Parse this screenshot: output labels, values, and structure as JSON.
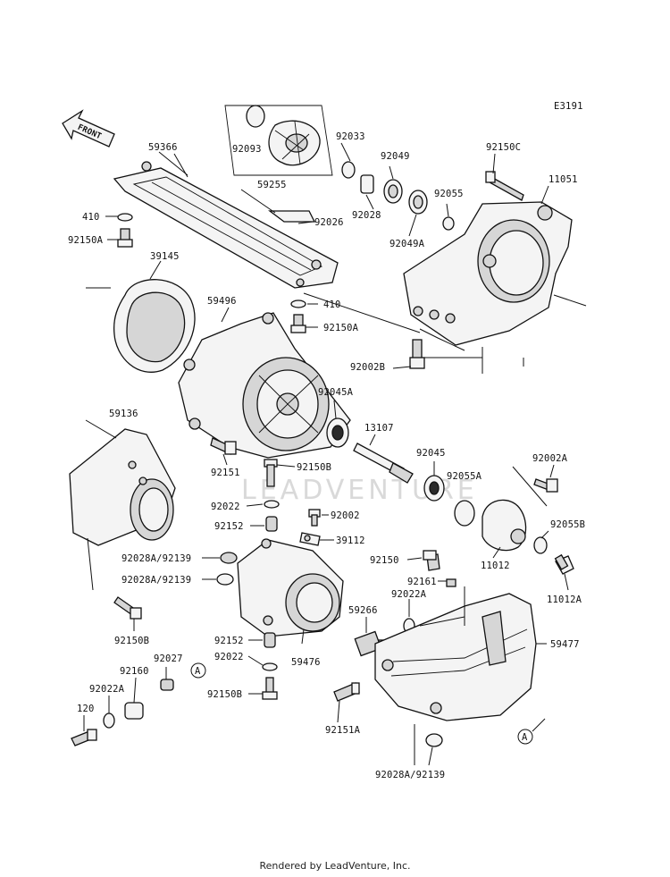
{
  "diagram_code": "E3191",
  "front_label": "FRONT",
  "watermark": "LEADVENTURE",
  "footer": "Rendered by LeadVenture, Inc.",
  "callout_marker": "A",
  "part_labels": {
    "p59366": "59366",
    "p410a": "410",
    "p92150A_a": "92150A",
    "p92093": "92093",
    "p59255": "59255",
    "p92026": "92026",
    "p92033": "92033",
    "p92049": "92049",
    "p92028": "92028",
    "p92049A": "92049A",
    "p92055": "92055",
    "p92150C": "92150C",
    "p11051": "11051",
    "p39145": "39145",
    "p59496": "59496",
    "p410b": "410",
    "p92150A_b": "92150A",
    "p92002B": "92002B",
    "p92045A": "92045A",
    "p59136": "59136",
    "p13107": "13107",
    "p92045": "92045",
    "p92002A": "92002A",
    "p92151": "92151",
    "p92150B_a": "92150B",
    "p92055A": "92055A",
    "p92022_a": "92022",
    "p92002": "92002",
    "p92152_a": "92152",
    "p39112": "39112",
    "p92055B": "92055B",
    "p92028A_92139_a": "92028A/92139",
    "p92150": "92150",
    "p11012": "11012",
    "p92161": "92161",
    "p92028A_92139_b": "92028A/92139",
    "p92022A_a": "92022A",
    "p11012A": "11012A",
    "p59266": "59266",
    "p92150B_b": "92150B",
    "p59477": "59477",
    "p92152_b": "92152",
    "p92027": "92027",
    "p92022_b": "92022",
    "p59476": "59476",
    "p92160": "92160",
    "p92022A_b": "92022A",
    "p92150B_c": "92150B",
    "p120": "120",
    "p92151A": "92151A",
    "p92028A_92139_c": "92028A/92139"
  }
}
